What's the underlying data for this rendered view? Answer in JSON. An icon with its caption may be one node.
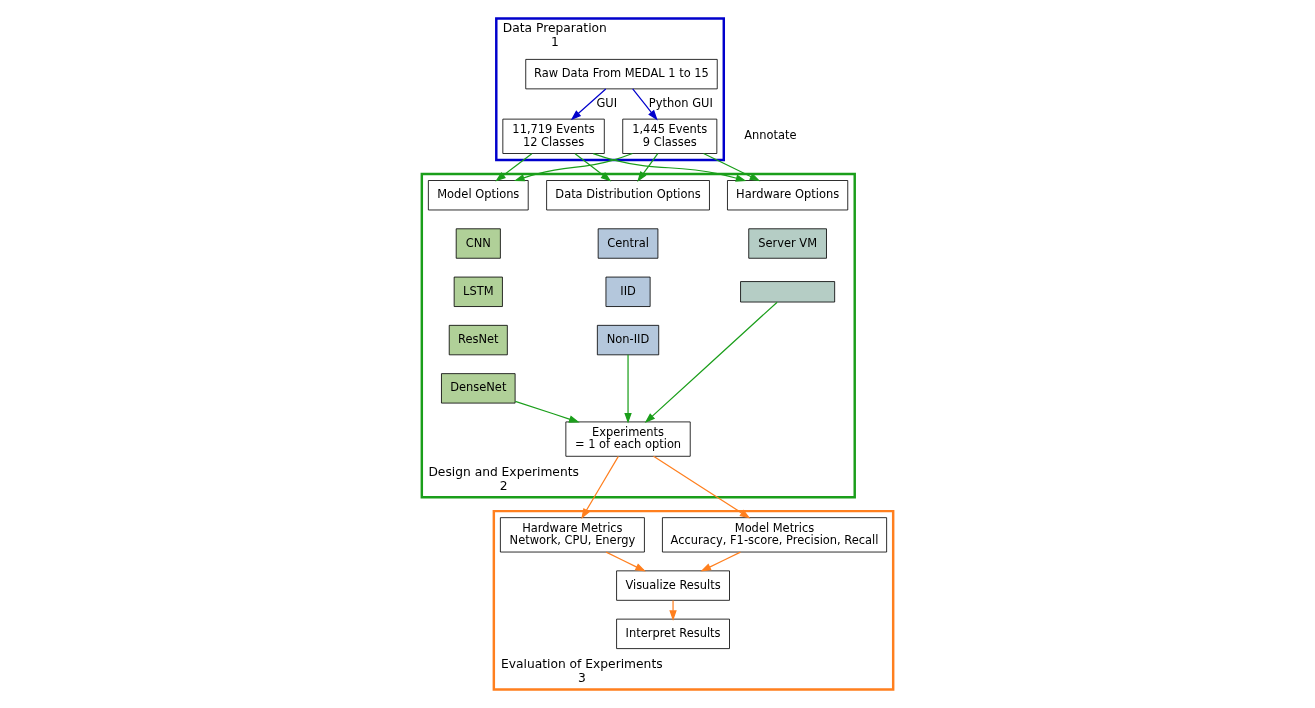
{
  "diagram": {
    "nodes": [
      {
        "text": [
          "Data Preparation",
          "1"
        ]
      },
      {
        "text": [
          "Raw Data From MEDAL 1 to 15"
        ],
        "in": 0
      },
      {
        "text": [
          "11,719 Events",
          "12 Classes"
        ],
        "in": 0
      },
      {
        "text": [
          "1,445 Events",
          "9 Classes"
        ],
        "in": 0
      },
      {
        "text": [
          "Design and Experiments",
          "2"
        ]
      },
      {
        "text": [
          "Model Options"
        ],
        "in": 4
      },
      {
        "text": [
          "CNN"
        ],
        "in": 4
      },
      {
        "text": [
          "LSTM"
        ],
        "in": 4
      },
      {
        "text": [
          "ResNet"
        ],
        "in": 4
      },
      {
        "text": [
          "DenseNet"
        ],
        "in": 4
      },
      {
        "text": [
          "Data Distribution Options"
        ],
        "in": 4
      },
      {
        "text": [
          "Central"
        ],
        "in": 4
      },
      {
        "text": [
          "IID"
        ],
        "in": 4
      },
      {
        "text": [
          "Non-IID"
        ],
        "in": 4
      },
      {
        "text": [
          "Hardware Options"
        ],
        "in": 4
      },
      {
        "text": [
          "Server VM"
        ],
        "in": 4
      },
      {
        "text": [],
        "shape": "box",
        "in": 4
      },
      {
        "text": [
          "Experiments",
          "= 1 of each option"
        ],
        "in": 4
      },
      {
        "text": [
          "Evaluation of Experiments",
          "3"
        ]
      },
      {
        "text": [
          "Interpret Results"
        ],
        "in": 18
      },
      {
        "text": [
          "Visualize Results"
        ],
        "in": 18
      },
      {
        "text": [
          "Hardware Metrics",
          "Network, CPU, Energy"
        ],
        "in": 18
      },
      {
        "text": [
          "Model Metrics",
          "Accuracy, F1-score, Precision, Recall"
        ],
        "in": 18
      }
    ],
    "edges": [
      {
        "from": 1,
        "to": 2,
        "arrow": "to",
        "label": "GUI",
        "color": "#0000cc"
      },
      {
        "from": 1,
        "to": 3,
        "arrow": "to",
        "label": "Python GUI",
        "color": "#0000cc"
      },
      {
        "from": 2,
        "to": 5,
        "arrow": "to"
      },
      {
        "from": 2,
        "to": 10,
        "arrow": "to"
      },
      {
        "from": 2,
        "to": 14,
        "arrow": "to"
      },
      {
        "from": 3,
        "to": 5,
        "arrow": "to"
      },
      {
        "from": 3,
        "to": 10,
        "arrow": "to"
      },
      {
        "from": 3,
        "to": 14,
        "arrow": "to"
      },
      {
        "from": 9,
        "to": 17,
        "arrow": "to"
      },
      {
        "from": 13,
        "to": 17,
        "arrow": "to"
      },
      {
        "from": 16,
        "to": 17,
        "arrow": "to"
      },
      {
        "from": 17,
        "to": 21,
        "arrow": "to",
        "color": "#ff7f1e"
      },
      {
        "from": 17,
        "to": 22,
        "arrow": "to",
        "color": "#ff7f1e"
      },
      {
        "from": 21,
        "to": 20,
        "arrow": "to",
        "color": "#ff7f1e"
      },
      {
        "from": 22,
        "to": 20,
        "arrow": "to",
        "color": "#ff7f1e"
      },
      {
        "from": 20,
        "to": 19,
        "arrow": "to",
        "color": "#ff7f1e"
      }
    ],
    "labels": [
      "Annotate"
    ]
  }
}
